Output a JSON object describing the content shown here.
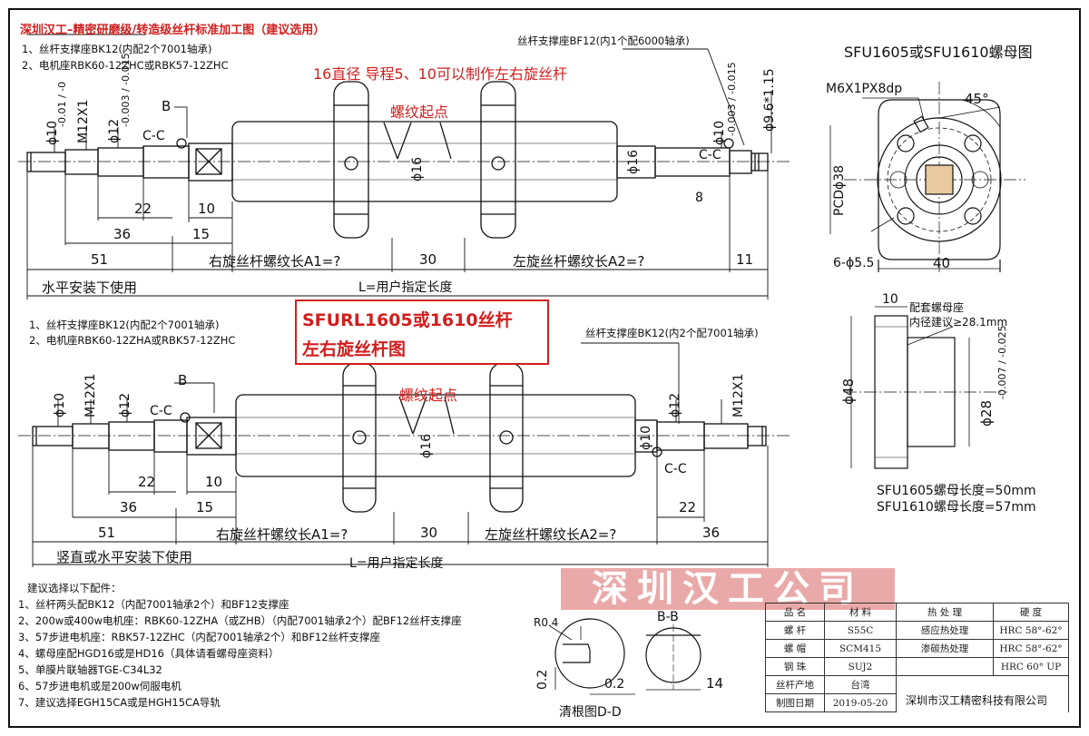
{
  "header": {
    "title": "深圳汉工–精密研磨级/转造级丝杆标准加工图（建议选用）"
  },
  "top_view": {
    "notes": [
      "1、丝杆支撑座BK12(内配2个7001轴承)",
      "2、电机座RBK60-12ZHC或RBK57-12ZHC"
    ],
    "right_support": "丝杆支撑座BF12(内1个配6000轴承)",
    "red_note": "16直径 导程5、10可以制作左右旋丝杆",
    "thread_start": "螺纹起点",
    "dims": {
      "d22": "22",
      "d10": "10",
      "d36": "36",
      "d15": "15",
      "d51": "51",
      "d30": "30",
      "d11": "11",
      "d8": "8",
      "a1": "右旋丝杆螺纹长A1=?",
      "a2": "左旋丝杆螺纹长A2=?",
      "l": "L=用户指定长度",
      "install": "水平安装下使用",
      "phi10": "ϕ10",
      "phi10_tol": "-0.01 / -0",
      "m12": "M12X1",
      "phi12": "ϕ12",
      "phi12_tol": "-0.003 / -0.015",
      "cc": "C-C",
      "b": "B",
      "phi16": "ϕ16",
      "phi10r": "ϕ10",
      "phi10r_tol": "-0.003 / -0.015",
      "phi96": "ϕ9.6*1.15"
    }
  },
  "bottom_view": {
    "title_line1": "SFURL1605或1610丝杆",
    "title_line2": "左右旋丝杆图",
    "notes": [
      "1、丝杆支撑座BK12(内配2个7001轴承)",
      "2、电机座RBK60-12ZHA或RBK57-12ZHC"
    ],
    "right_support": "丝杆支撑座BK12(内2个配7001轴承)",
    "thread_start": "螺纹起点",
    "dims": {
      "d22": "22",
      "d10": "10",
      "d36": "36",
      "d15": "15",
      "d51": "51",
      "d30": "30",
      "d22r": "22",
      "d36r": "36",
      "a1": "右旋丝杆螺纹长A1=?",
      "a2": "左旋丝杆螺纹长A2=?",
      "l": "L=用户指定长度",
      "install": "竖直或水平安装下使用",
      "phi10": "ϕ10",
      "m12": "M12X1",
      "phi12": "ϕ12",
      "cc": "C-C",
      "b": "B",
      "phi16": "ϕ16",
      "phi10r": "ϕ10",
      "phi12r": "ϕ12",
      "m12r": "M12X1",
      "ccr": "C-C"
    }
  },
  "nut_view": {
    "title": "SFU1605或SFU1610螺母图",
    "tap": "M6X1PX8dp",
    "angle": "45°",
    "pcd": "PCDϕ38",
    "holes": "6-ϕ5.5",
    "width": "40"
  },
  "nut_side": {
    "d10": "10",
    "seat": "配套螺母座",
    "inner": "内径建议≥28.1mm",
    "phi48": "ϕ48",
    "phi28": "ϕ28",
    "phi28_tol": "-0.007 / -0.025",
    "len1605": "SFU1605螺母长度=50mm",
    "len1610": "SFU1610螺母长度=57mm"
  },
  "accessories": {
    "heading": "建议选择以下配件：",
    "items": [
      "1、丝杆两头配BK12（内配7001轴承2个）和BF12支撑座",
      "2、200w或400w电机座：RBK60-12ZHA（或ZHB）（内配7001轴承2个）配BF12丝杆支撑座",
      "3、57步进电机座：RBK57-12ZHC（内配7001轴承2个）和BF12丝杆支撑座",
      "4、螺母座配HGD16或是HD16（具体请看螺母座资料）",
      "5、单膜片联轴器TGE-C34L32",
      "6、57步进电机或是200w伺服电机",
      "7、建议选择EGH15CA或是HGH15CA导轨"
    ]
  },
  "detail_dd": {
    "r": "R0.4",
    "v1": "0.2",
    "v2": "0.2",
    "bb": "B-B",
    "w": "14",
    "caption": "清根图D-D"
  },
  "stamp": "深圳汉工公司",
  "spec_table": {
    "headers": [
      "品 名",
      "材 料",
      "热 处 理",
      "硬 度"
    ],
    "rows": [
      [
        "螺 杆",
        "S55C",
        "感应热处理",
        "HRC 58°-62°"
      ],
      [
        "螺 帽",
        "SCM415",
        "渗碳热处理",
        "HRC 58°-62°"
      ],
      [
        "钢 珠",
        "SUJ2",
        "",
        "HRC 60° UP"
      ],
      [
        "丝杆产地",
        "台湾",
        "",
        ""
      ],
      [
        "制图日期",
        "2019-05-20",
        "",
        ""
      ]
    ],
    "company": "深圳市汉工精密科技有限公司"
  }
}
